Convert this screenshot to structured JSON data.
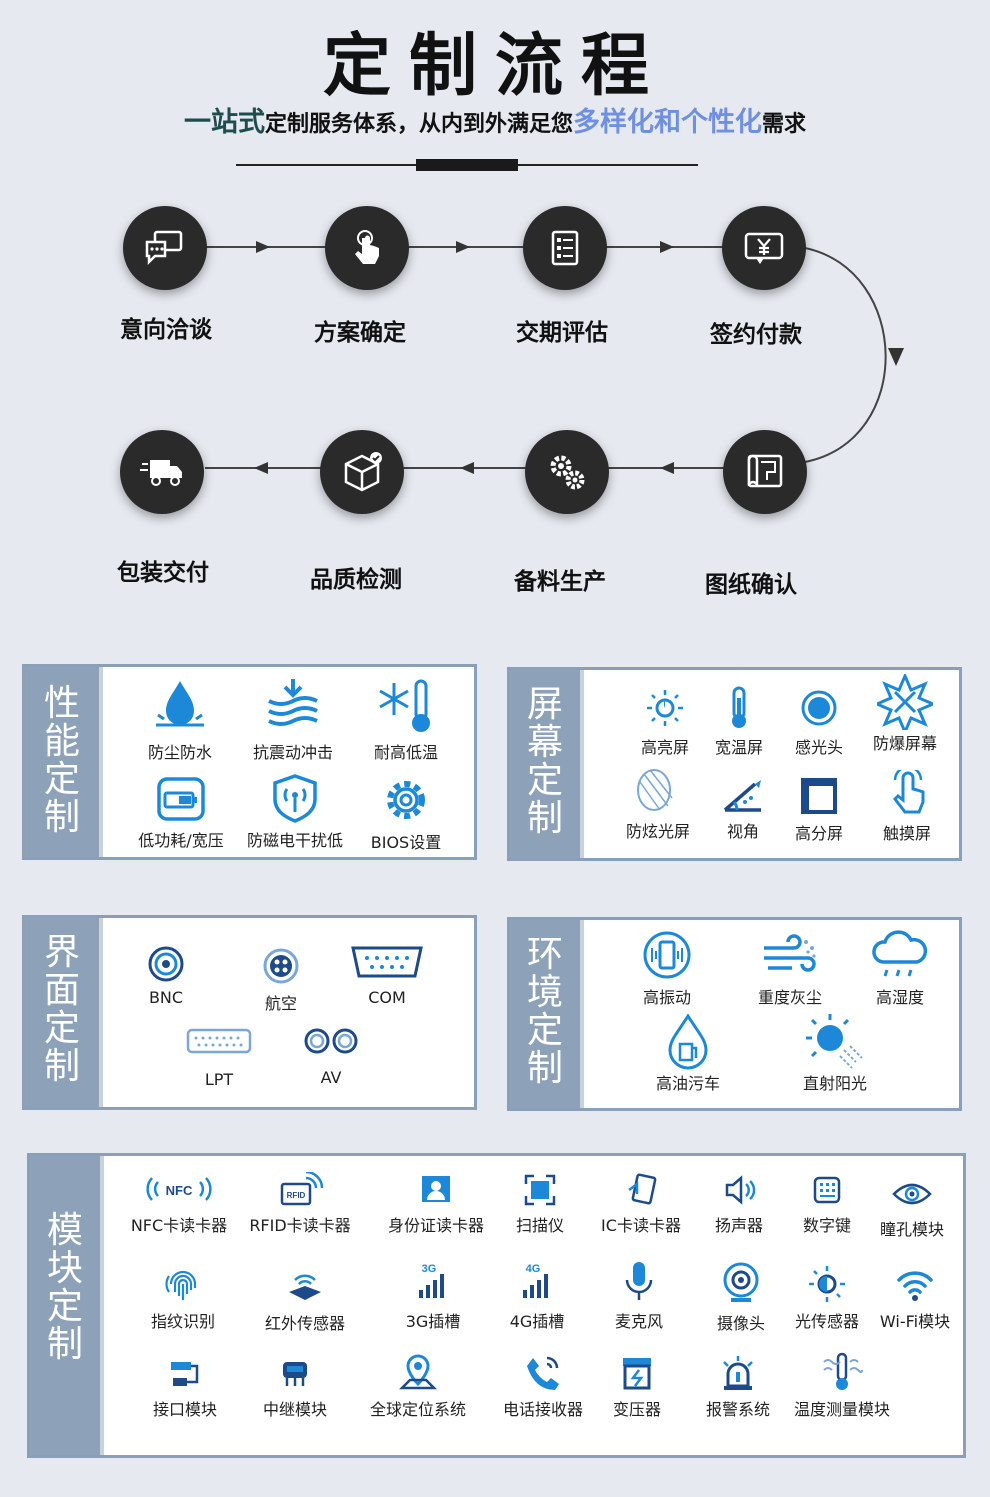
{
  "header": {
    "title": "定制流程",
    "subtitle_part1": "一站式",
    "subtitle_part2": "定制服务体系，从内到外满足您",
    "subtitle_part3": "多样化和个性化",
    "subtitle_part4": "需求"
  },
  "process": {
    "steps": [
      "意向洽谈",
      "方案确定",
      "交期评估",
      "签约付款",
      "图纸确认",
      "备料生产",
      "品质检测",
      "包装交付"
    ],
    "icons": [
      "chat-icon",
      "touch-icon",
      "document-icon",
      "payment-icon",
      "blueprint-icon",
      "gears-icon",
      "box-check-icon",
      "truck-icon"
    ]
  },
  "performance": {
    "title": [
      "性",
      "能",
      "定",
      "制"
    ],
    "items": [
      "防尘防水",
      "抗震动冲击",
      "耐高低温",
      "低功耗/宽压",
      "防磁电干扰低",
      "BIOS设置"
    ]
  },
  "screen": {
    "title": [
      "屏",
      "幕",
      "定",
      "制"
    ],
    "items": [
      "高亮屏",
      "宽温屏",
      "感光头",
      "防爆屏幕",
      "防炫光屏",
      "视角",
      "高分屏",
      "触摸屏"
    ]
  },
  "interface": {
    "title": [
      "界",
      "面",
      "定",
      "制"
    ],
    "items": [
      "BNC",
      "航空",
      "COM",
      "LPT",
      "AV"
    ]
  },
  "environment": {
    "title": [
      "环",
      "境",
      "定",
      "制"
    ],
    "items": [
      "高振动",
      "重度灰尘",
      "高湿度",
      "高油污车",
      "直射阳光"
    ]
  },
  "module": {
    "title": [
      "模",
      "块",
      "定",
      "制"
    ],
    "items": [
      "NFC卡读卡器",
      "RFID卡读卡器",
      "身份证读卡器",
      "扫描仪",
      "IC卡读卡器",
      "扬声器",
      "数字键",
      "瞳孔模块",
      "指纹识别",
      "红外传感器",
      "3G插槽",
      "4G插槽",
      "麦克风",
      "摄像头",
      "光传感器",
      "Wi-Fi模块",
      "接口模块",
      "中继模块",
      "全球定位系统",
      "电话接收器",
      "变压器",
      "报警系统",
      "温度测量模块"
    ],
    "icon_texts": {
      "nfc": "NFC",
      "rfid": "RFID",
      "g3": "3G",
      "g4": "4G"
    }
  },
  "colors": {
    "accent_blue": "#1e88d8",
    "subtitle_green": "#1e4d4d",
    "subtitle_blue": "#6f8fe0",
    "panel_side": "#8da2b8",
    "node_bg": "#2a2a2a"
  }
}
